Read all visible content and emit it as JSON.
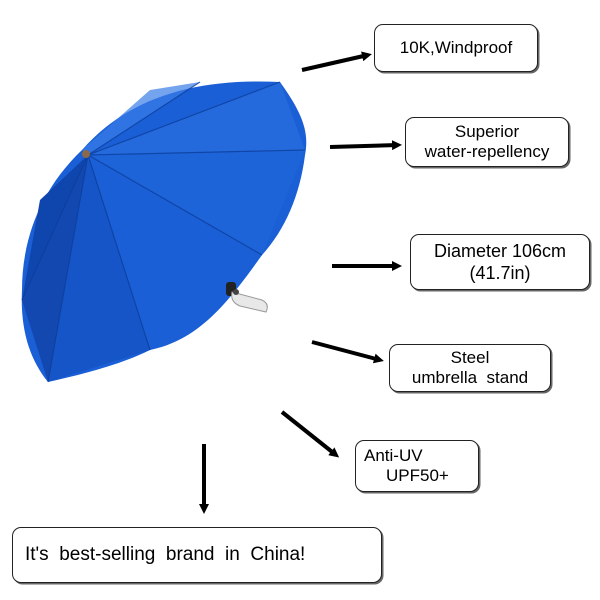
{
  "colors": {
    "canopy": "#1a5fd6",
    "canopy_dark": "#0f46ad",
    "canopy_light": "#3a7de8",
    "outline": "#222222",
    "arrow": "#000000",
    "background": "#ffffff"
  },
  "features": {
    "windproof": {
      "line1": "10K,Windproof"
    },
    "water": {
      "line1": "Superior",
      "line2": "water-repellency"
    },
    "diameter": {
      "line1": "Diameter 106cm",
      "line2": "(41.7in)"
    },
    "stand": {
      "line1": "Steel",
      "line2": "umbrella  stand"
    },
    "uv": {
      "line1": "Anti-UV",
      "line2": "UPF50+"
    }
  },
  "banner": {
    "text": "It's  best-selling  brand  in  China!"
  },
  "icons": [
    "umbrella-illustration",
    "arrow-icon"
  ]
}
